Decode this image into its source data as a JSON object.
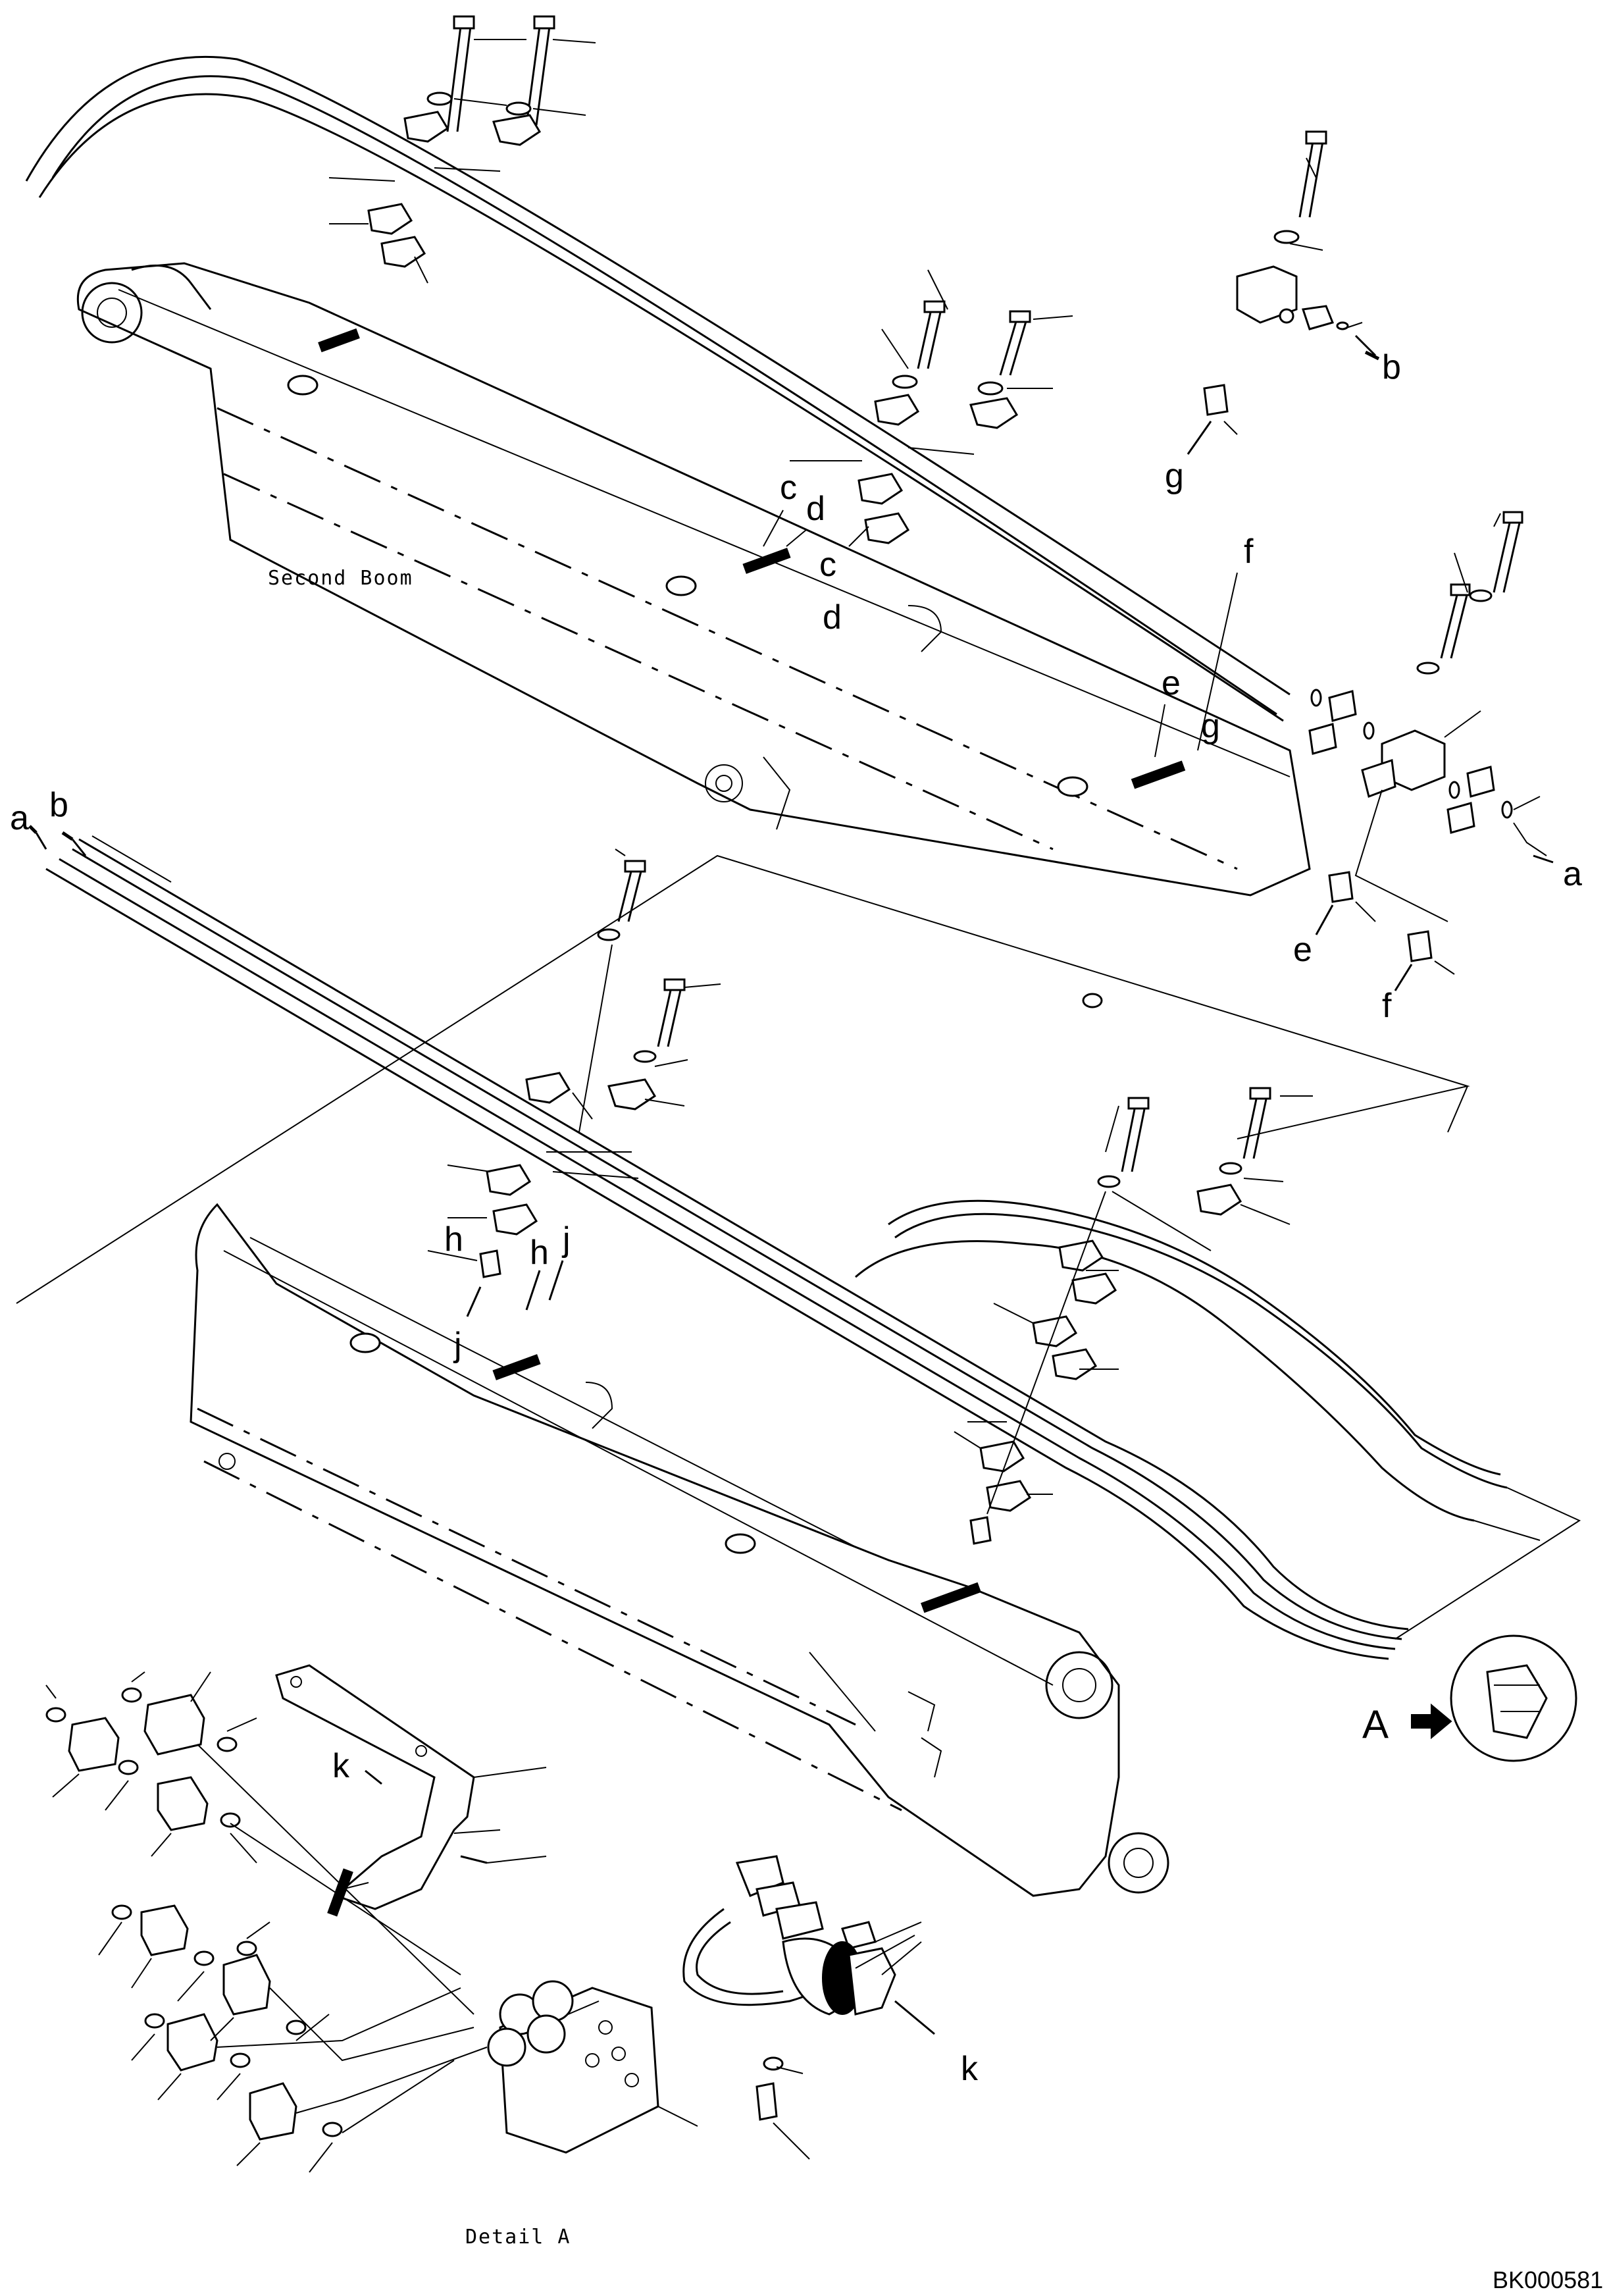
{
  "diagram": {
    "captions": {
      "second_boom": "Second Boom",
      "detail": "Detail A",
      "drawing_code": "BK000581",
      "detail_callout": "A"
    },
    "connection_letters": {
      "a": "a",
      "b": "b",
      "c": "c",
      "d": "d",
      "e": "e",
      "f": "f",
      "g": "g",
      "h": "h",
      "j": "j",
      "k": "k"
    },
    "colors": {
      "ink": "#000000",
      "paper": "#ffffff"
    }
  }
}
